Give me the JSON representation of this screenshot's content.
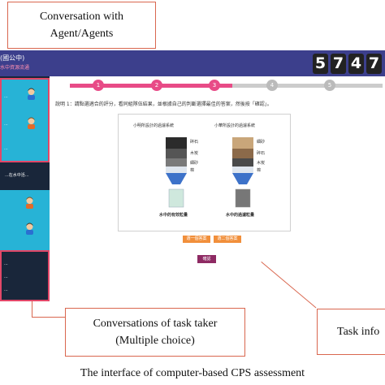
{
  "callouts": {
    "agents": "Conversation with Agent/Agents",
    "taker": "Conversations of task taker (Multiple choice)",
    "task": "Task info"
  },
  "caption": "The interface of computer-based CPS assessment",
  "app": {
    "title": "(國公中)",
    "subtitle": "水中資源流通",
    "timer_digits": [
      "5",
      "7",
      "4",
      "7"
    ]
  },
  "steps": {
    "items": [
      "1",
      "2",
      "3",
      "4",
      "5"
    ],
    "completed": 3,
    "active_color": "#e84b87",
    "inactive_color": "#cccccc"
  },
  "sidebar": {
    "agent_msgs": [
      "...",
      "...",
      "..."
    ],
    "mid_msg": "...在水中活...",
    "choices": [
      "...",
      "...",
      "..."
    ]
  },
  "task": {
    "instruction": "說明 1：請點選適合的評分，看同組隊伍結果，並根據自己的判斷選擇最佳的答案，然後按「確認」。",
    "figure": {
      "left_title": "小明所設計的過濾系統",
      "right_title": "小華所設計的過濾系統",
      "left_layers": [
        "碎石",
        "木炭",
        "細砂",
        "棉"
      ],
      "right_layers": [
        "細砂",
        "碎石",
        "木炭",
        "棉"
      ],
      "left_caption": "水中的有效粒量",
      "right_caption": "水中的過濾粒量"
    },
    "buttons": {
      "option_a": "選一個答案",
      "option_b": "選二個答案",
      "confirm": "確認"
    }
  },
  "colors": {
    "callout_border": "#d9674f",
    "header": "#3c3f8c",
    "sidebar_dark": "#19263a",
    "sidebar_blue": "#27b3d6",
    "highlight": "#e24768",
    "orange_button": "#f18f3b",
    "confirm_button": "#8e2a63"
  }
}
